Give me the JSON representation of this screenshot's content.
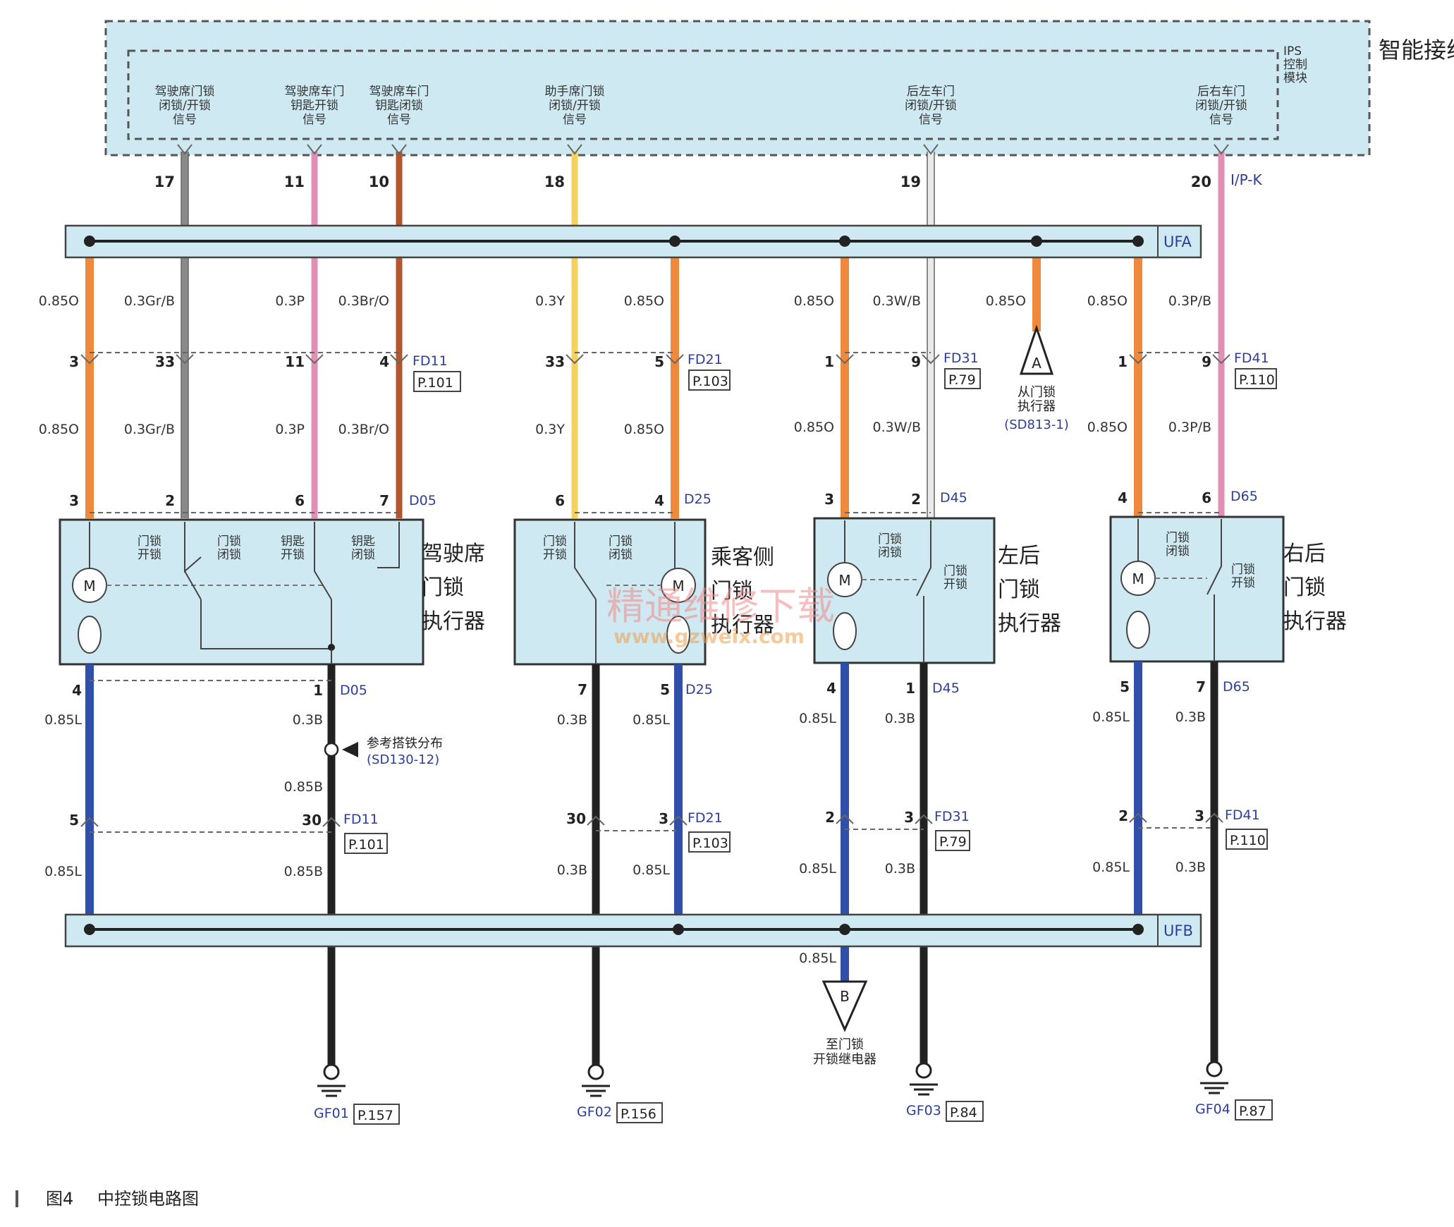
{
  "title": {
    "ips_module": "智能接线盒",
    "ips_control_lines": [
      "IPS",
      "控制",
      "模块"
    ]
  },
  "connectors": {
    "ipk": "I/P-K",
    "ufa": "UFA",
    "ufb": "UFB"
  },
  "signals": [
    {
      "pin": "17",
      "label": [
        "驾驶席门锁",
        "闭锁/开锁",
        "信号"
      ],
      "wire": "0.3Gr/B",
      "color": "#8a8a8a"
    },
    {
      "pin": "11",
      "label": [
        "驾驶席车门",
        "钥匙开锁",
        "信号"
      ],
      "wire": "0.3P",
      "color": "#e28fb6"
    },
    {
      "pin": "10",
      "label": [
        "驾驶席车门",
        "钥匙闭锁",
        "信号"
      ],
      "wire": "0.3Br/O",
      "color": "#b3562d"
    },
    {
      "pin": "18",
      "label": [
        "助手席门锁",
        "闭锁/开锁",
        "信号"
      ],
      "wire": "0.3Y",
      "color": "#f3d25f"
    },
    {
      "pin": "19",
      "label": [
        "后左车门",
        "闭锁/开锁",
        "信号"
      ],
      "wire": "0.3W/B",
      "color": "#e6e6e6"
    },
    {
      "pin": "20",
      "label": [
        "后右车门",
        "闭锁/开锁",
        "信号"
      ],
      "wire": "0.3P/B",
      "color": "#e28fb6"
    }
  ],
  "wire_labels": {
    "o": "0.85O",
    "gr": "0.3Gr/B",
    "p": "0.3P",
    "bro": "0.3Br/O",
    "y": "0.3Y",
    "wb": "0.3W/B",
    "pb": "0.3P/B",
    "l": "0.85L",
    "b3": "0.3B",
    "b85": "0.85B"
  },
  "pins": {
    "fd11_top": [
      "3",
      "33",
      "11",
      "4"
    ],
    "fd21_top": [
      "33",
      "5"
    ],
    "fd31_top": [
      "1",
      "9"
    ],
    "fd41_top": [
      "1",
      "9"
    ],
    "d05_top": [
      "3",
      "2",
      "6",
      "7"
    ],
    "d25_top": [
      "6",
      "4"
    ],
    "d45_top": [
      "3",
      "2"
    ],
    "d65_top": [
      "4",
      "6"
    ],
    "d05_bot": [
      "4",
      "1"
    ],
    "d25_bot": [
      "7",
      "5"
    ],
    "d45_bot": [
      "4",
      "1"
    ],
    "d65_bot": [
      "5",
      "7"
    ],
    "fd11_bot": [
      "5",
      "30"
    ],
    "fd21_bot": [
      "30",
      "3"
    ],
    "fd31_bot": [
      "2",
      "3"
    ],
    "fd41_bot": [
      "2",
      "3"
    ]
  },
  "connector_refs": {
    "fd11": "FD11",
    "fd21": "FD21",
    "fd31": "FD31",
    "fd41": "FD41",
    "d05": "D05",
    "d25": "D25",
    "d45": "D45",
    "d65": "D65",
    "p101": "P.101",
    "p103": "P.103",
    "p79": "P.79",
    "p110": "P.110"
  },
  "actuators": [
    {
      "name": [
        "驾驶席",
        "门锁",
        "执行器"
      ],
      "switches": [
        [
          "门锁",
          "开锁"
        ],
        [
          "门锁",
          "闭锁"
        ],
        [
          "钥匙",
          "开锁"
        ],
        [
          "钥匙",
          "闭锁"
        ]
      ]
    },
    {
      "name": [
        "乘客侧",
        "门锁",
        "执行器"
      ],
      "switches": [
        [
          "门锁",
          "开锁"
        ],
        [
          "门锁",
          "闭锁"
        ]
      ]
    },
    {
      "name": [
        "左后",
        "门锁",
        "执行器"
      ],
      "switches": [
        [
          "门锁",
          "闭锁"
        ],
        [
          "门锁",
          "开锁"
        ]
      ]
    },
    {
      "name": [
        "右后",
        "门锁",
        "执行器"
      ],
      "switches": [
        [
          "门锁",
          "闭锁"
        ],
        [
          "门锁",
          "开锁"
        ]
      ]
    }
  ],
  "motor_label": "M",
  "ref_a": {
    "letter": "A",
    "lines": [
      "从门锁",
      "执行器",
      "(SD813-1)"
    ]
  },
  "ref_b": {
    "letter": "B",
    "lines": [
      "至门锁",
      "开锁继电器"
    ]
  },
  "ground_ref": {
    "lines": [
      "参考搭铁分布",
      "(SD130-12)"
    ]
  },
  "grounds": [
    {
      "name": "GF01",
      "page": "P.157"
    },
    {
      "name": "GF02",
      "page": "P.156"
    },
    {
      "name": "GF03",
      "page": "P.84"
    },
    {
      "name": "GF04",
      "page": "P.87"
    }
  ],
  "watermark": {
    "cn": "精通维修下载",
    "url": "www.gzweix.com"
  },
  "caption": {
    "fig": "图4",
    "text": "中控锁电路图"
  }
}
